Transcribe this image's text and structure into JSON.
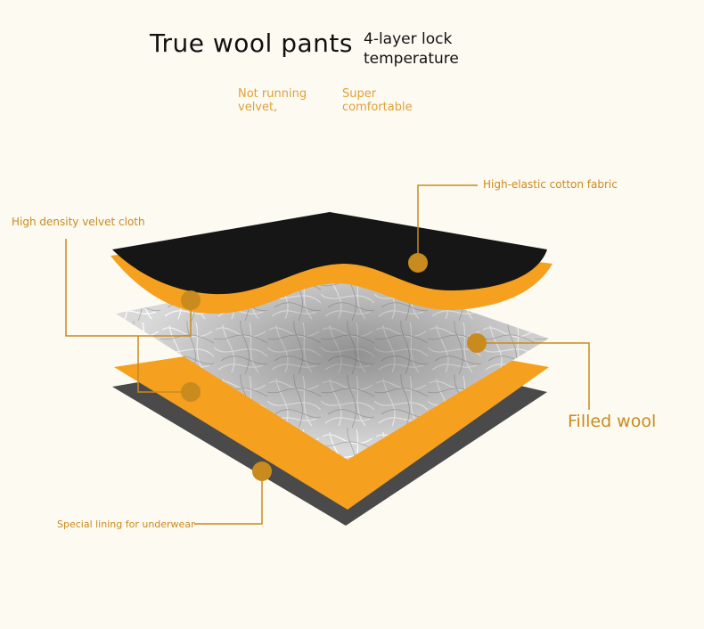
{
  "header": {
    "title": "True wool pants",
    "subtitle": "4-layer lock temperature"
  },
  "features": [
    {
      "text": "Not running velvet,"
    },
    {
      "text": "Super comfortable"
    }
  ],
  "layers": {
    "outer": "High-elastic cotton fabric",
    "velvet": "High density velvet cloth",
    "filling": "Filled wool",
    "lining": "Special lining for underwear"
  },
  "colors": {
    "accent": "#f5a01e",
    "callout": "#c98a1e",
    "background": "#fdfaf2"
  }
}
